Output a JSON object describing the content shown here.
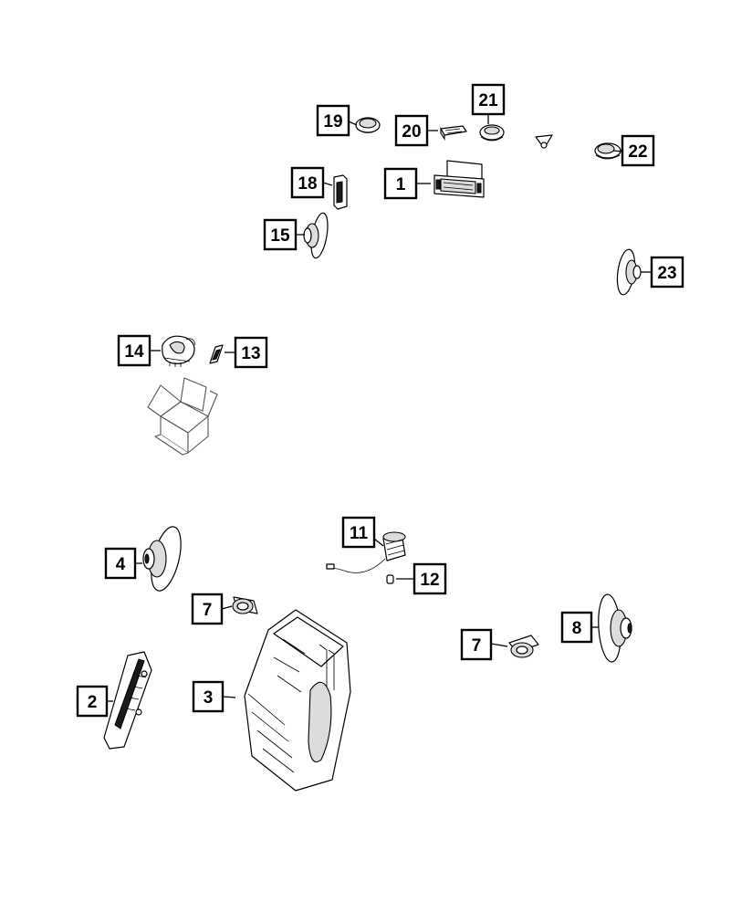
{
  "diagram": {
    "callouts": [
      {
        "id": "c19",
        "label": "19"
      },
      {
        "id": "c20",
        "label": "20"
      },
      {
        "id": "c21",
        "label": "21"
      },
      {
        "id": "c22",
        "label": "22"
      },
      {
        "id": "c18",
        "label": "18"
      },
      {
        "id": "c1",
        "label": "1"
      },
      {
        "id": "c15",
        "label": "15"
      },
      {
        "id": "c23",
        "label": "23"
      },
      {
        "id": "c14",
        "label": "14"
      },
      {
        "id": "c13",
        "label": "13"
      },
      {
        "id": "c11",
        "label": "11"
      },
      {
        "id": "c12",
        "label": "12"
      },
      {
        "id": "c4",
        "label": "4"
      },
      {
        "id": "c7a",
        "label": "7"
      },
      {
        "id": "c8",
        "label": "8"
      },
      {
        "id": "c7b",
        "label": "7"
      },
      {
        "id": "c2",
        "label": "2"
      },
      {
        "id": "c3",
        "label": "3"
      }
    ]
  }
}
